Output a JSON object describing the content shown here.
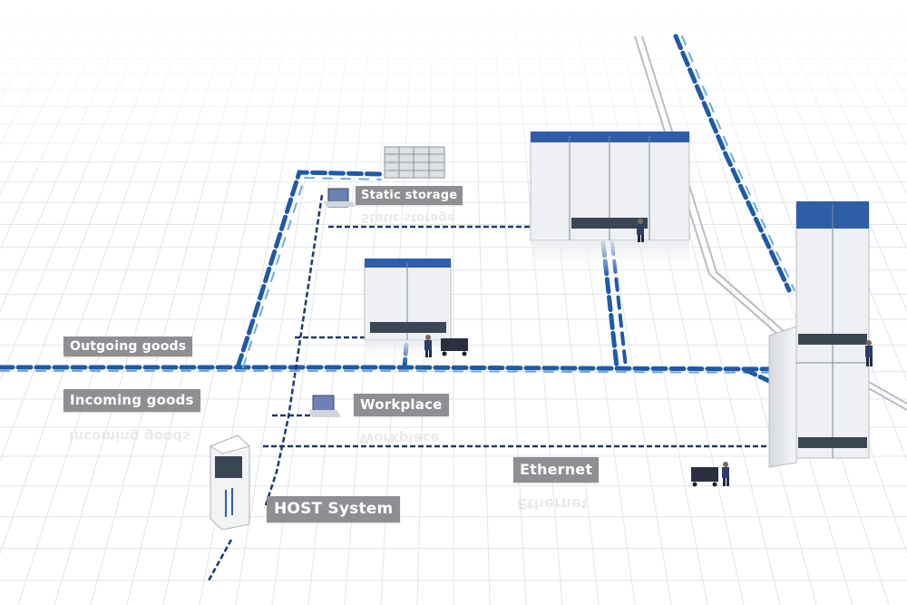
{
  "labels": {
    "static_storage": "Static storage",
    "outgoing_goods": "Outgoing goods",
    "incoming_goods": "Incoming goods",
    "workplace": "Workplace",
    "ethernet": "Ethernet",
    "host_system": "HOST System"
  },
  "colors": {
    "tag_background": "#8d8f92",
    "tag_text": "#ffffff",
    "cable_outer": "#1e5aa8",
    "cable_inner": "#6fa8dc",
    "cable_dark": "#1d3a6b",
    "machine_top": "#2f5ea8",
    "machine_body": "#eef0f3",
    "grid": "#dfe3e8"
  },
  "icons": [
    "server-rack-icon",
    "terminal-monitor-icon",
    "shelving-icon",
    "operator-icon",
    "trolley-icon"
  ]
}
